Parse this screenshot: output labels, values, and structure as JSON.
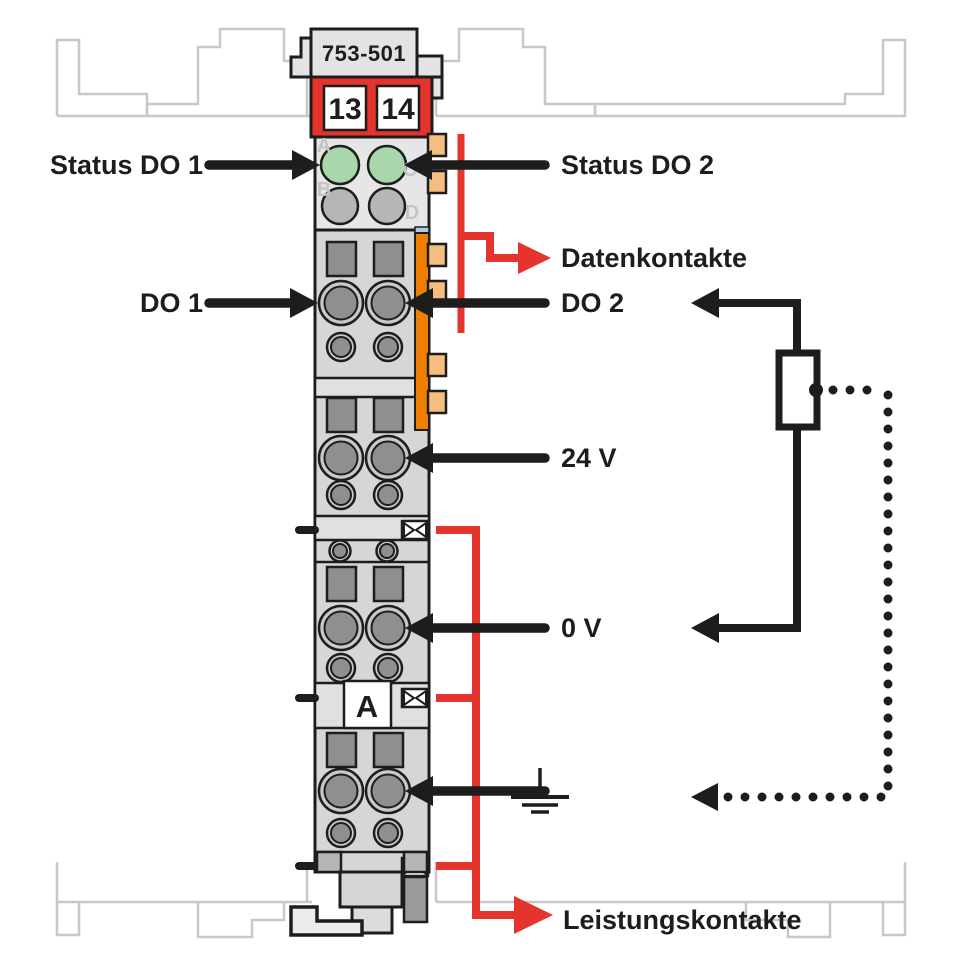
{
  "module": {
    "part_number": "753-501",
    "terminal_numbers": [
      "13",
      "14"
    ],
    "led_letters": [
      "A",
      "B",
      "C",
      "D"
    ],
    "group_marker": "A"
  },
  "callouts": {
    "status_do_1": "Status DO 1",
    "status_do_2": "Status DO 2",
    "datenkontakte": "Datenkontakte",
    "do_1": "DO 1",
    "do_2": "DO 2",
    "supply_24v": "24 V",
    "supply_0v": "0 V",
    "leistungskontakte": "Leistungskontakte"
  },
  "colors": {
    "wago_red": "#e5332d",
    "contact_orange": "#ef7f00",
    "contact_tab_orange": "#f6bd80",
    "strip_blue": "#a9cfe2",
    "led_green_on": "#a9d7ac",
    "led_gray_off": "#b6b6b6",
    "module_body_gray": "#d6d6d6",
    "outline_black": "#1d1d1b",
    "ghost_outline_gray": "#c8c8c8"
  },
  "icons": {
    "earth_ground": "earth-ground-icon",
    "power_jumper_contact": "bowtie-contact-icon",
    "load_box": "load-box-icon"
  }
}
